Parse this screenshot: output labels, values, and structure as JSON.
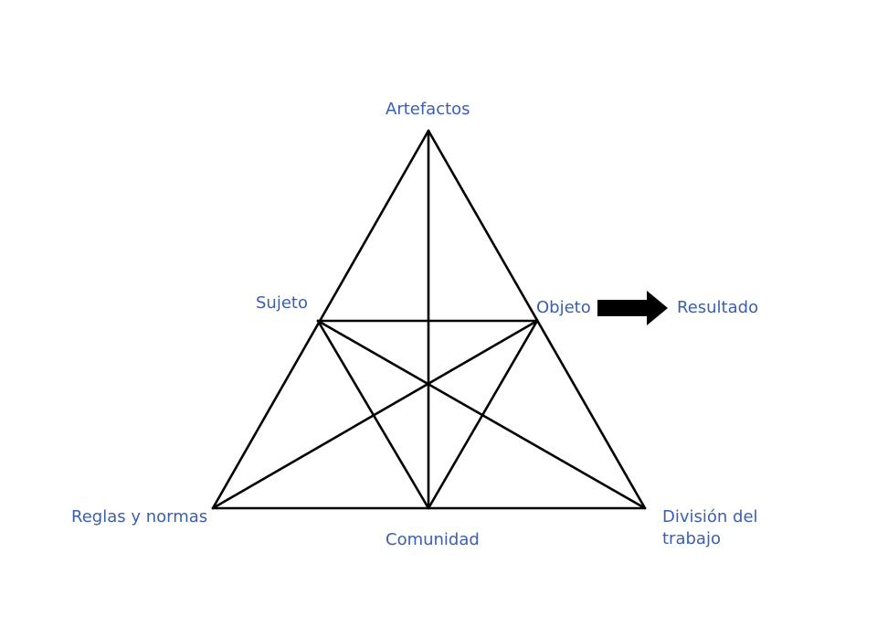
{
  "labels": {
    "artefactos": "Artefactos",
    "sujeto": "Sujeto",
    "objeto": "Objeto",
    "resultado": "Resultado",
    "reglas": "Reglas y normas",
    "comunidad": "Comunidad",
    "division_line1": "División del",
    "division_line2": "trabajo"
  },
  "colors": {
    "label_text": "#3a5fb0",
    "lines": "#000000",
    "arrow": "#000000"
  },
  "icons": {
    "arrow": "right-arrow-icon"
  }
}
